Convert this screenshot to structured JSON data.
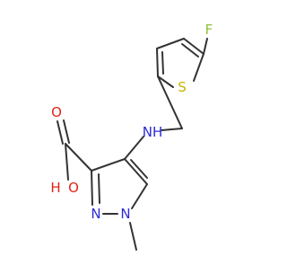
{
  "molecule": {
    "atoms": {
      "F": "F",
      "S": "S",
      "NH": "NH",
      "N_ring": "N",
      "N_methyl": "N",
      "O_hydroxyl": "O",
      "H_hydroxyl": "H",
      "O_carbonyl": "O"
    },
    "colors": {
      "bond": "#333333",
      "fluorine": "#8fc43a",
      "sulfur": "#c8b400",
      "nitrogen": "#2a2ad8",
      "oxygen": "#e0241a"
    }
  }
}
